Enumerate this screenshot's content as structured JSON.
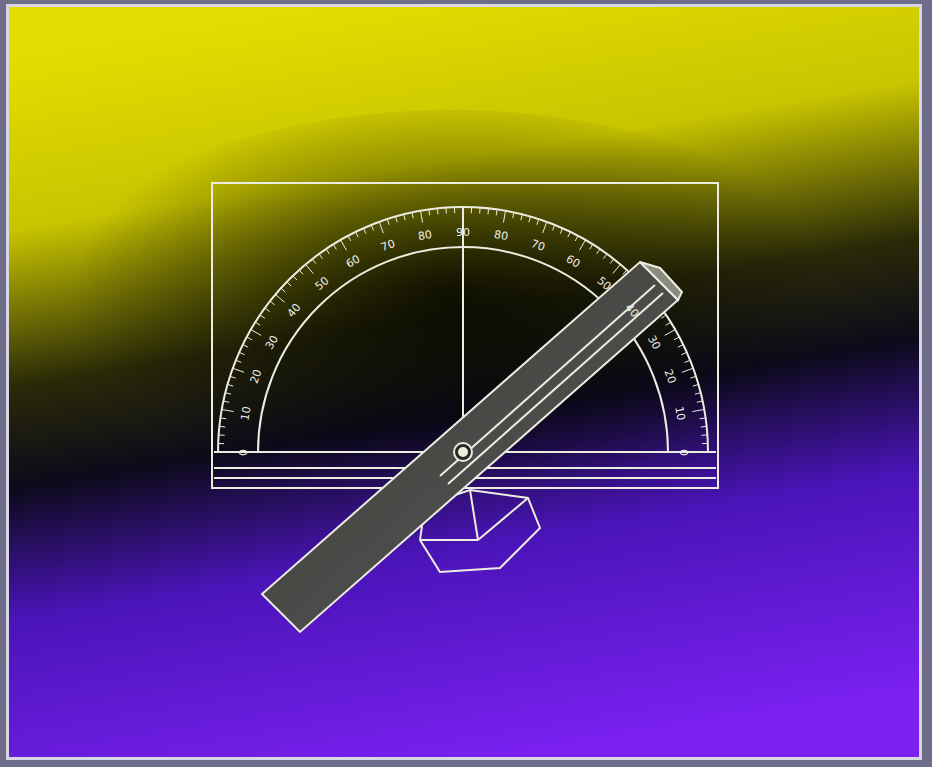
{
  "diagram": {
    "labels": [
      "0",
      "10",
      "20",
      "30",
      "40",
      "50",
      "60",
      "70",
      "80",
      "90",
      "80",
      "70",
      "60",
      "50",
      "40",
      "30",
      "20",
      "10",
      "0"
    ]
  }
}
